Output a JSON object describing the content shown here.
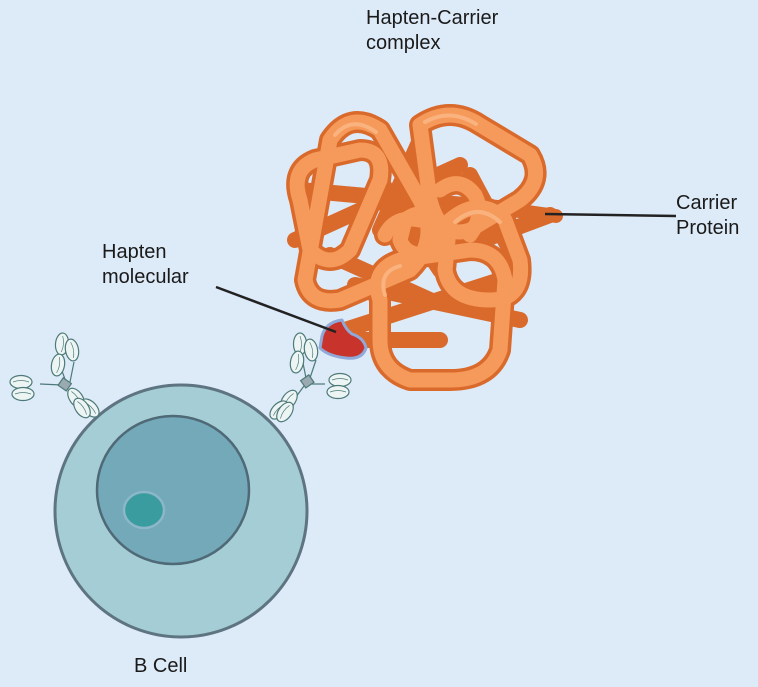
{
  "labels": {
    "complex_line1": "Hapten-Carrier",
    "complex_line2": "complex",
    "carrier_line1": "Carrier",
    "carrier_line2": "Protein",
    "hapten_line1": "Hapten",
    "hapten_line2": "molecular",
    "bcell": "B Cell"
  },
  "colors": {
    "background": "#ddeaf8",
    "protein_light": "#f59a5a",
    "protein_dark": "#d96a2b",
    "hapten_fill": "#c8332b",
    "hapten_outline": "#8fa9d9",
    "cell_outer": "#a4cdd6",
    "cell_nucleus": "#73a9b9",
    "cell_nucleolus": "#3a9c9f",
    "antibody_fill": "#ecf5f4",
    "antibody_stroke": "#4d7a78"
  }
}
